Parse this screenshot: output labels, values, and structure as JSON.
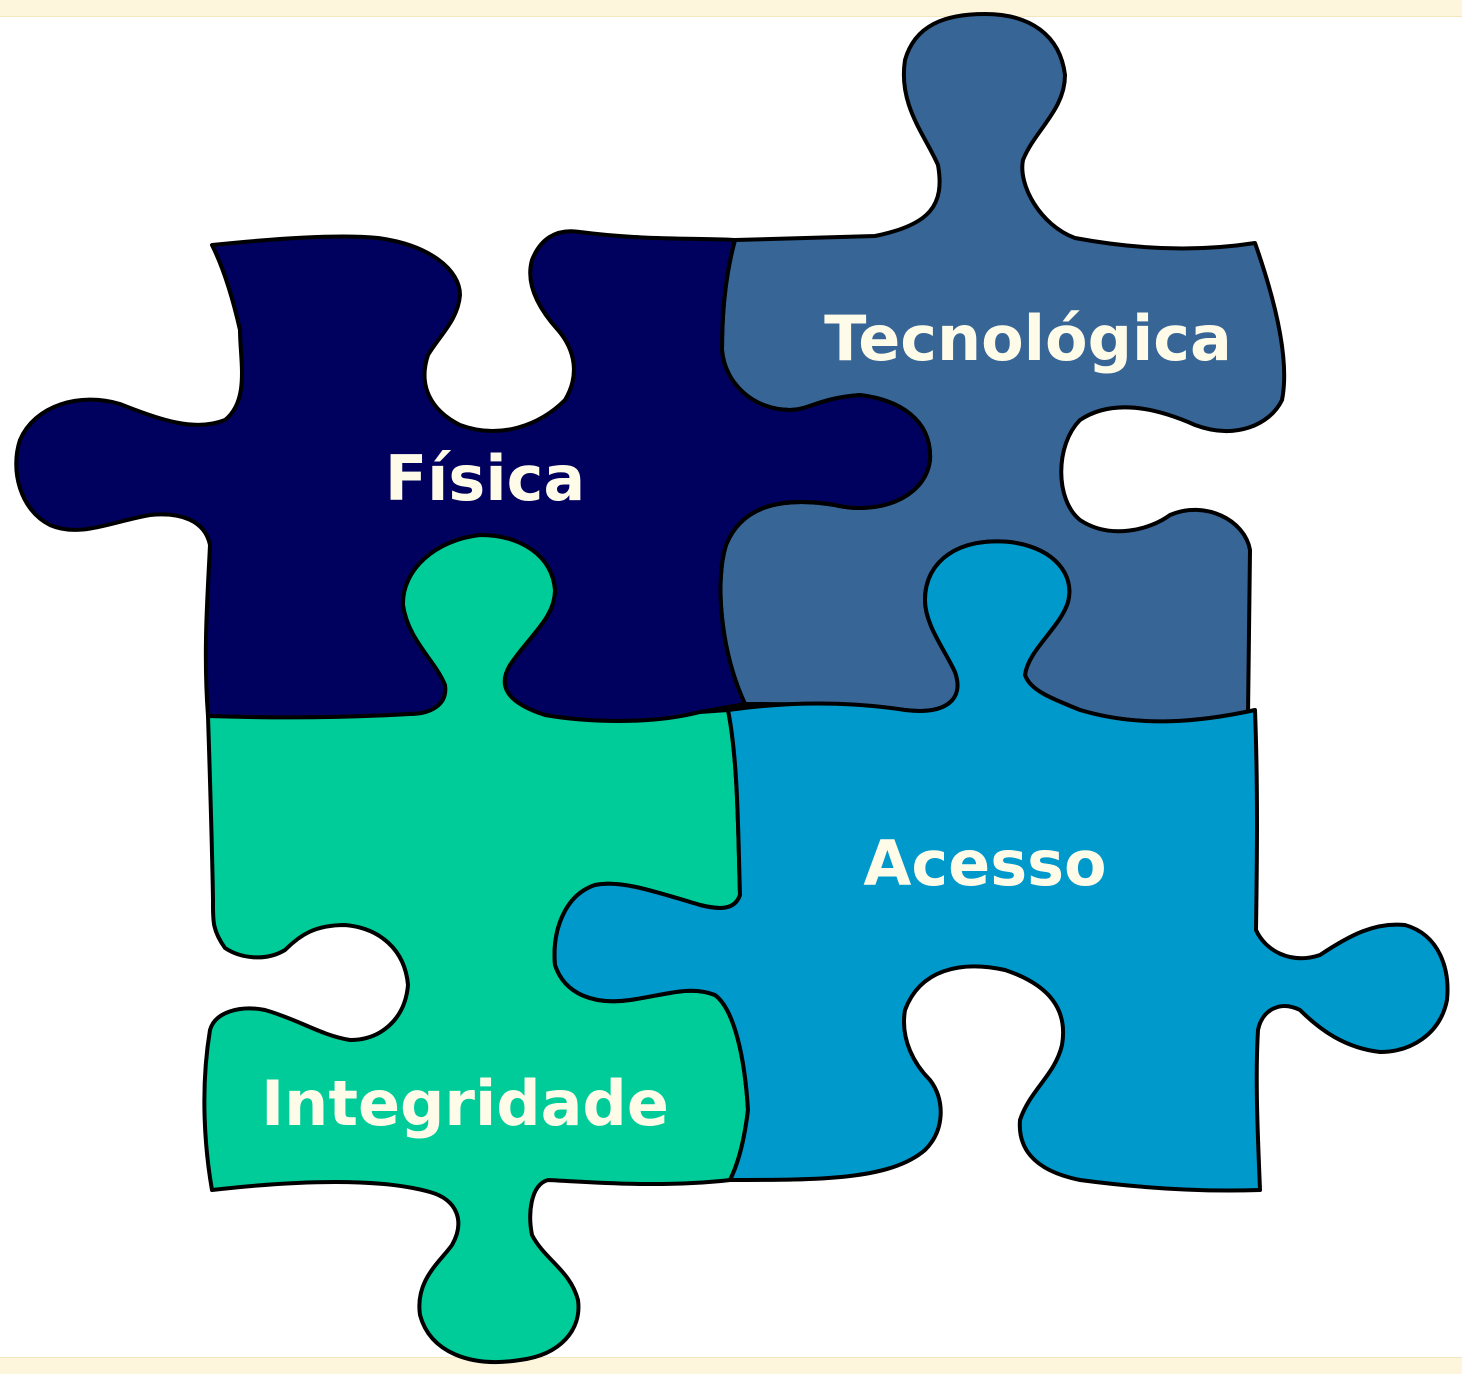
{
  "pieces": {
    "fisica": {
      "label": "Física",
      "color": "#00005e"
    },
    "tecnologica": {
      "label": "Tecnológica",
      "color": "#366596"
    },
    "integridade": {
      "label": "Integridade",
      "color": "#00cc99"
    },
    "acesso": {
      "label": "Acesso",
      "color": "#0099cb"
    }
  },
  "colors": {
    "outline": "#000000",
    "label_text": "#fffbe9",
    "band": "#fdf6dd",
    "background": "#ffffff"
  }
}
